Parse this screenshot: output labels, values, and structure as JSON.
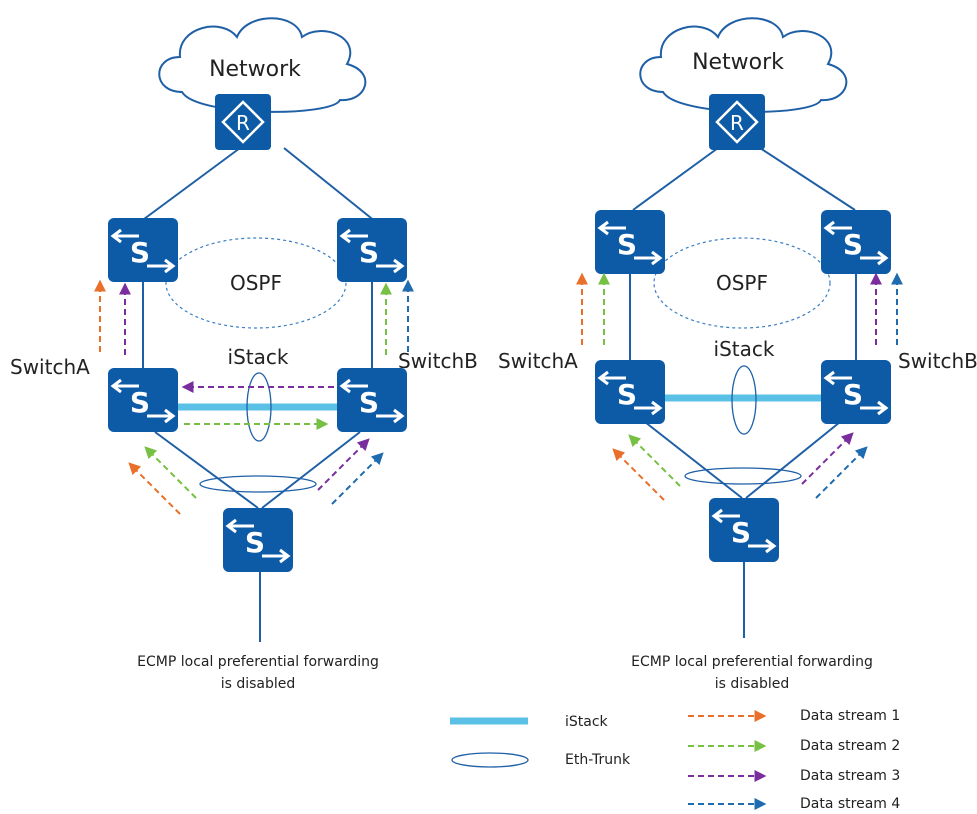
{
  "diagrams": [
    {
      "cloud_label": "Network",
      "area_label": "OSPF",
      "stack_label": "iStack",
      "left_switch_label": "SwitchA",
      "right_switch_label": "SwitchB",
      "caption_line1": "ECMP local preferential forwarding",
      "caption_line2": "is disabled"
    },
    {
      "cloud_label": "Network",
      "area_label": "OSPF",
      "stack_label": "iStack",
      "left_switch_label": "SwitchA",
      "right_switch_label": "SwitchB",
      "caption_line1": "ECMP local preferential forwarding",
      "caption_line2": "is disabled"
    }
  ],
  "legend": {
    "istack": "iStack",
    "eth_trunk": "Eth-Trunk",
    "streams": [
      {
        "label": "Data stream 1",
        "color": "#e8702a"
      },
      {
        "label": "Data stream 2",
        "color": "#76c043"
      },
      {
        "label": "Data stream 3",
        "color": "#7a2e9e"
      },
      {
        "label": "Data stream 4",
        "color": "#1e6bb0"
      }
    ]
  },
  "colors": {
    "device": "#0d5aa7",
    "link": "#1f5fa6",
    "istack_link": "#5bc0e6",
    "ospf_ellipse": "#3a7fc4"
  },
  "icons": {
    "router": "router-icon",
    "switch": "switch-icon"
  }
}
